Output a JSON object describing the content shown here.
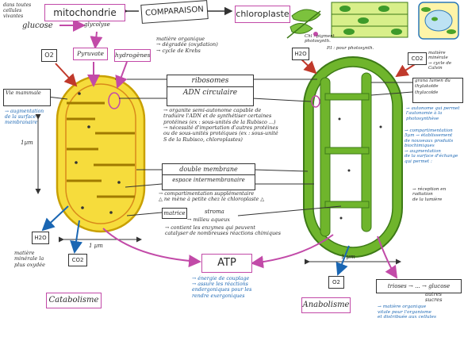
{
  "header": {
    "note_left": "dans toutes\ncellules\nvivantes",
    "mitochondrie": "mitochondrie",
    "comparaison": "COMPARAISON",
    "chloroplaste": "chloroplaste",
    "note_right_top": "matière\norganique\nglucose",
    "note_chlorophyll_1": "Chl : pigment\nphotosynth.",
    "note_chlorophyll_2": "P.I : pour photosynth."
  },
  "left": {
    "glucose": "glucose",
    "glycolyse": "glycolyse",
    "pyruvate": "Pyruvate",
    "hydrogenes": "hydrogènes",
    "O2": "O2",
    "matiere_note": "matière organique\n→ dégradée (oxydation)\n→ cycle de Krebs",
    "vie_label": "Vie\nmammale",
    "vie_note": "→ augmentation\nde la surface\nmembranaire",
    "scale_left": "1µm",
    "H2O": "H2O",
    "CO2": "CO2",
    "matiere_minerale": "matière\nminérale la\nplus oxydée",
    "scale_bottom": "1 µm",
    "catabolisme": "Catabolisme"
  },
  "center": {
    "ribosomes": "ribosomes",
    "adn": "ADN circulaire",
    "ribosome_note": "→ organite semi-autonome capable de\ntraduire l'ADN et de synthétiser certaines\nprotéines (ex : sous-unités de la Rubisco ...)\n→ nécessité d'importation d'autres protéines\nou de sous-unités protéiques (ex : sous-unité\nS de la Rubisco, chloroplastes)",
    "double_membrane": "double membrane",
    "espace": "espace intermembranaire",
    "compart_note": "→ compartimentation supplémentaire\n△ ne mène à petite chez le chloroplaste △",
    "matrice": "matrice",
    "stroma": "stroma",
    "milieu": "→ milieu aqueux",
    "enzymes_note": "→ contient les enzymes qui peuvent\ncatalyser de nombreuses réactions chimiques",
    "atp": "ATP",
    "atp_note": "→ énergie de couplage\n→ assure les réactions\nendergoniques pour les\nrendre exergoniques"
  },
  "right": {
    "H2O": "H2O",
    "CO2": "CO2",
    "cycle_note": "matière\nminérale\n→ cycle de Calvin",
    "thylakoid_label": "grana\nlumen du thylakoïde\nthylacoïde",
    "thylakoid_note": "→ autonome qui permet\nl'autonomie à la\nphotosynthèse",
    "compart_note": "→ compartimentation\n5µm → établissement\nde nouveaux produits\nbiochimiques\n→ augmentation\nde la surface d'échange\nqui permet :",
    "reception_note": "→ réception en radiation\nde la lumière",
    "O2": "O2",
    "scale": "1 µm",
    "trioses": "trioses → ... → glucose",
    "autres": "autres\nsucres",
    "matiere_note": "→ matière organique\nvitale pour l'organisme\net distribuée aux cellules",
    "anabolisme": "Anabolisme"
  },
  "colors": {
    "mito_fill": "#f6dc3c",
    "chloro_fill": "#6fb52c",
    "pink": "#c24aa8",
    "blue": "#1a66b3",
    "red": "#c0392b"
  }
}
